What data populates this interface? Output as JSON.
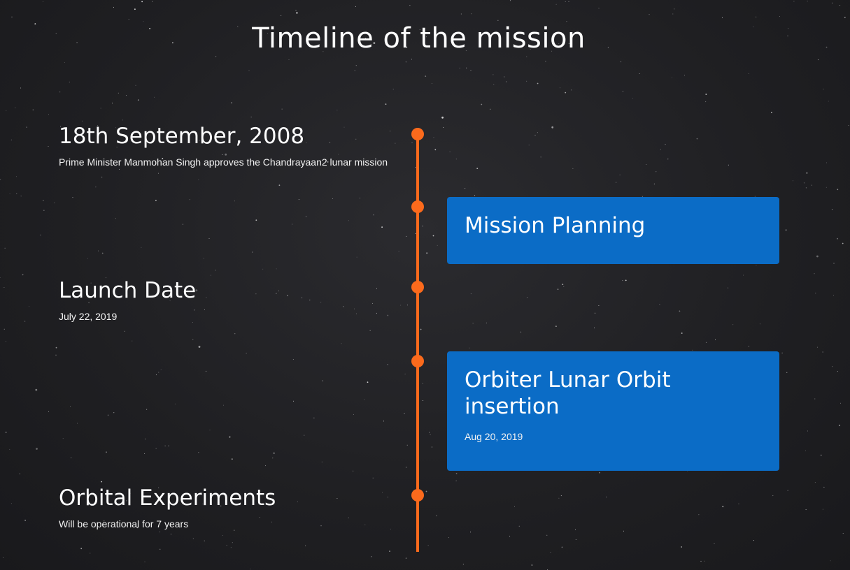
{
  "page": {
    "title": "Timeline of the mission"
  },
  "timeline": {
    "accent_color": "#fb6a1c",
    "card_color": "#0b6cc6",
    "events": [
      {
        "heading": "18th September, 2008",
        "text": "Prime Minister Manmohan Singh approves the Chandrayaan2 lunar mission",
        "side": "left"
      },
      {
        "heading": "Mission Planning",
        "text": "",
        "side": "right-card"
      },
      {
        "heading": "Launch Date",
        "text": "July 22, 2019",
        "side": "left"
      },
      {
        "heading": "Orbiter Lunar Orbit insertion",
        "text": "Aug 20, 2019",
        "side": "right-card"
      },
      {
        "heading": "Orbital Experiments",
        "text": "Will be operational for 7 years",
        "side": "left"
      }
    ]
  }
}
